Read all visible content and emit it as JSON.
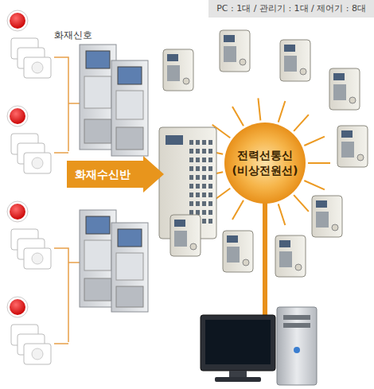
{
  "diagram": {
    "nodes": [
      {
        "text": [
          "PC : 1대 / 관리기 : 1대 / 제어기 : 8대"
        ]
      },
      {
        "text": [
          "화재수신반"
        ]
      },
      {
        "text": [
          "전력선통신 (비상전원선)"
        ]
      }
    ],
    "labels": [
      "화재신호"
    ]
  }
}
